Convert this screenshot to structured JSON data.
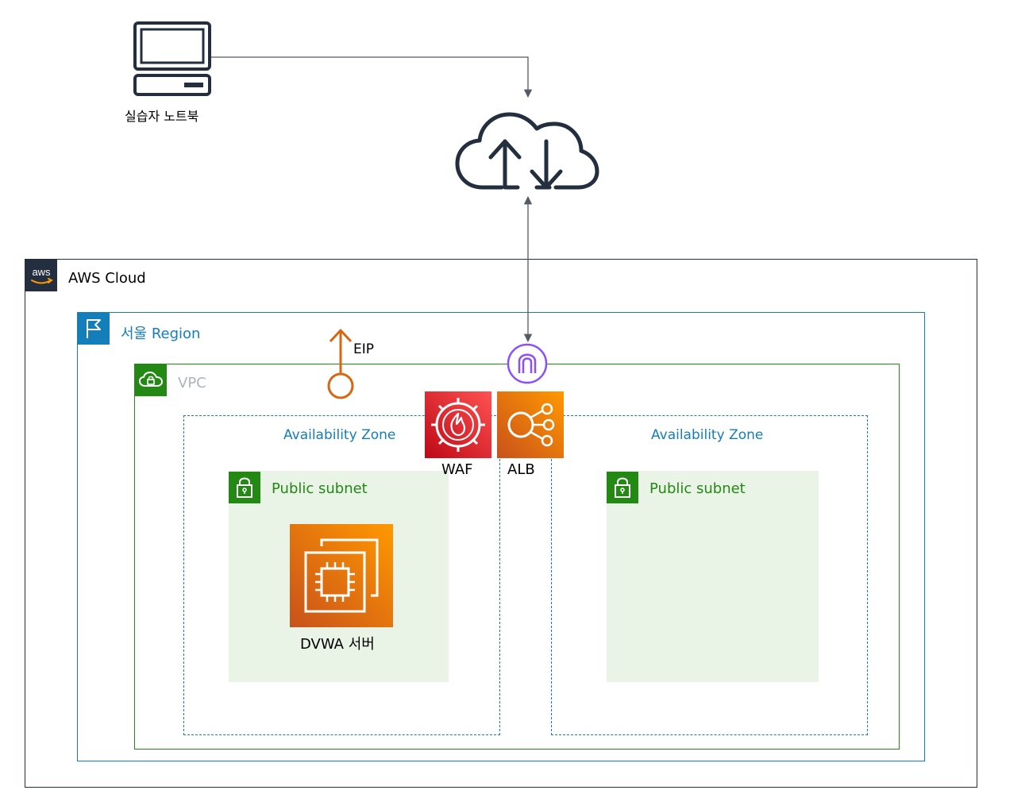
{
  "laptop": {
    "label": "실습자 노트북"
  },
  "internet": {
    "icon": "internet-cloud-icon"
  },
  "aws_cloud": {
    "label": "AWS Cloud",
    "badge_text": "aws",
    "color": "#232f3e"
  },
  "region": {
    "label": "서울 Region",
    "color": "#147eba"
  },
  "vpc": {
    "label": "VPC",
    "color": "#248814"
  },
  "availability_zones": [
    {
      "label": "Availability Zone"
    },
    {
      "label": "Availability Zone"
    }
  ],
  "subnets": [
    {
      "label": "Public subnet"
    },
    {
      "label": "Public subnet"
    }
  ],
  "eip": {
    "label": "EIP",
    "color": "#d86613"
  },
  "waf": {
    "label": "WAF",
    "color": "#dd344c"
  },
  "alb": {
    "label": "ALB",
    "color": "#e7701b"
  },
  "igw": {
    "icon": "internet-gateway-icon",
    "color": "#8c4fff"
  },
  "ec2": {
    "label": "DVWA 서버",
    "color": "#e7701b"
  }
}
